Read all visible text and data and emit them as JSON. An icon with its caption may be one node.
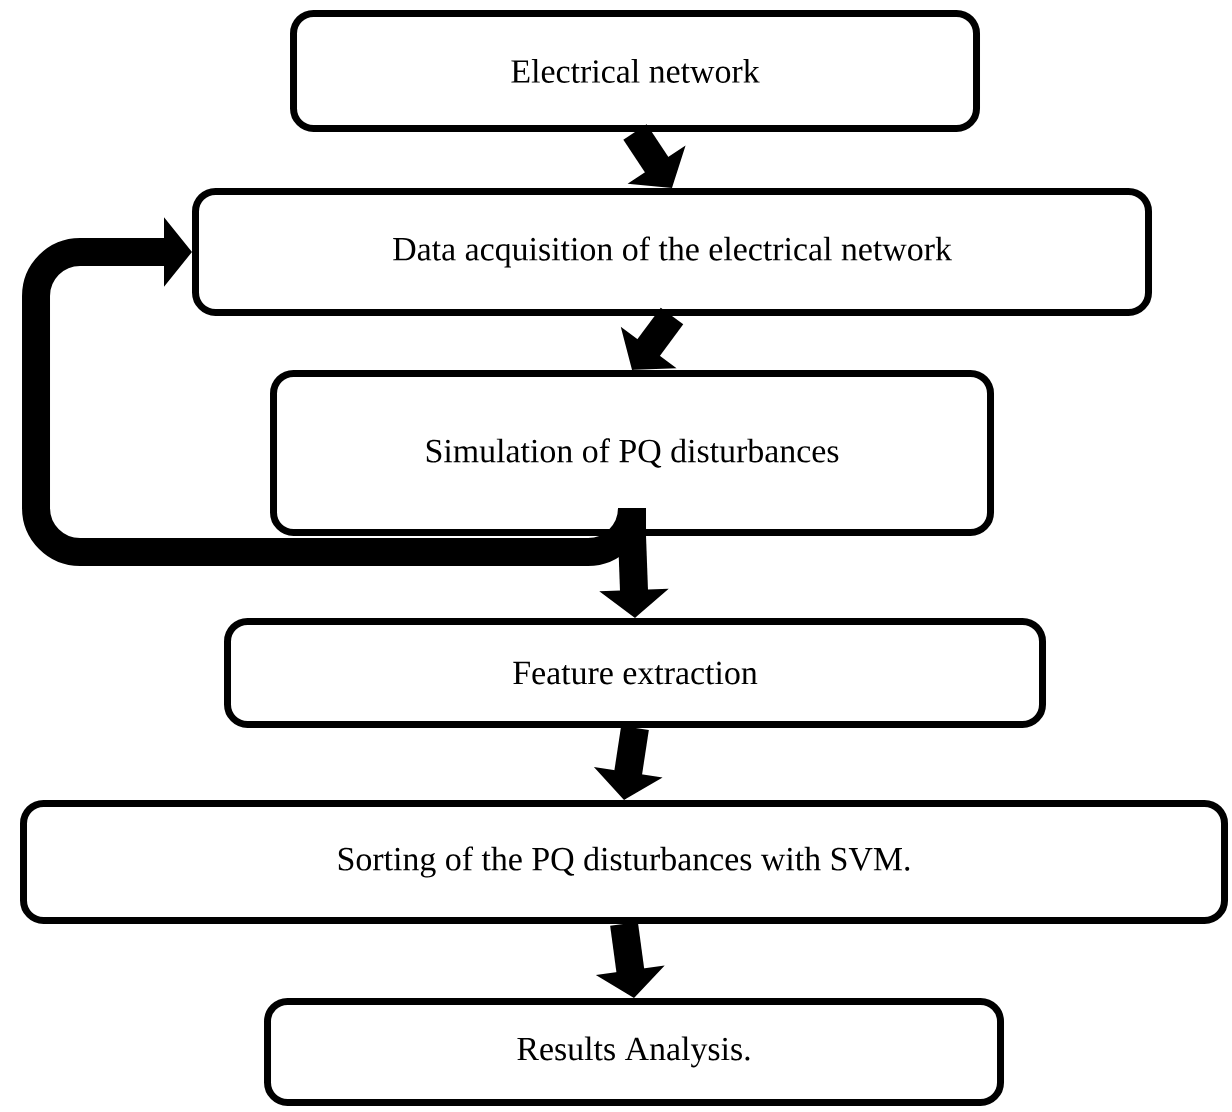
{
  "diagram": {
    "nodes": [
      {
        "text": [
          "Electrical network"
        ]
      },
      {
        "text": [
          "Data acquisition of the electrical network"
        ]
      },
      {
        "text": [
          "Simulation of PQ disturbances"
        ]
      },
      {
        "text": [
          "Feature extraction"
        ]
      },
      {
        "text": [
          "Sorting of the PQ disturbances with SVM."
        ]
      },
      {
        "text": [
          "Results Analysis."
        ]
      }
    ],
    "edges": [
      {
        "from": 0,
        "to": 1,
        "arrow": "to"
      },
      {
        "from": 1,
        "to": 2,
        "arrow": "to"
      },
      {
        "from": 2,
        "to": 3,
        "arrow": "to"
      },
      {
        "from": 2,
        "to": 1,
        "arrow": "to"
      },
      {
        "from": 3,
        "to": 4,
        "arrow": "to"
      },
      {
        "from": 4,
        "to": 5,
        "arrow": "to"
      }
    ]
  }
}
